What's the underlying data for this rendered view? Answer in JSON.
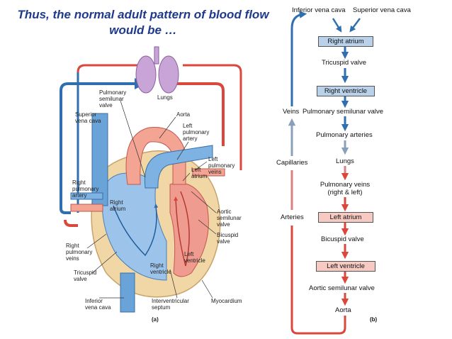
{
  "title": "Thus, the normal adult pattern of blood flow\nwould be …",
  "panel_a": {
    "label": "(a)",
    "labels": {
      "lungs": "Lungs",
      "pulmonary_semilunar_valve": "Pulmonary\nsemilunar\nvalve",
      "superior_vena_cava": "Superior\nvena cava",
      "aorta": "Aorta",
      "left_pulmonary_artery": "Left\npulmonary\nartery",
      "left_pulmonary_veins": "Left\npulmonary\nveins",
      "left_atrium": "Left\natrium",
      "right_pulmonary_artery": "Right\npulmonary\nartery",
      "right_atrium": "Right\natrium",
      "aortic_semilunar_valve": "Aortic\nsemilunar\nvalve",
      "bicuspid_valve": "Bicuspid\nvalve",
      "right_pulmonary_veins": "Right\npulmonary\nveins",
      "left_ventricle": "Left\nventricle",
      "right_ventricle": "Right\nventricle",
      "tricuspid_valve": "Tricuspid\nvalve",
      "inferior_vena_cava": "Inferior\nvena cava",
      "interventricular_septum": "Interventricular\nseptum",
      "myocardium": "Myocardium"
    }
  },
  "panel_b": {
    "label": "(b)",
    "top_left": "Inferior vena cava",
    "top_right": "Superior vena cava",
    "steps": [
      {
        "text": "Right atrium",
        "boxed": "blue"
      },
      {
        "text": "Tricuspid valve",
        "boxed": ""
      },
      {
        "text": "Right ventricle",
        "boxed": "blue"
      },
      {
        "text": "Pulmonary semilunar valve",
        "boxed": ""
      },
      {
        "text": "Pulmonary arteries",
        "boxed": ""
      },
      {
        "text": "Lungs",
        "boxed": ""
      },
      {
        "text": "Pulmonary veins\n(right & left)",
        "boxed": ""
      },
      {
        "text": "Left atrium",
        "boxed": "red"
      },
      {
        "text": "Bicuspid valve",
        "boxed": ""
      },
      {
        "text": "Left ventricle",
        "boxed": "red"
      },
      {
        "text": "Aortic semilunar valve",
        "boxed": ""
      },
      {
        "text": "Aorta",
        "boxed": ""
      }
    ],
    "side": {
      "veins": "Veins",
      "capillaries": "Capillaries",
      "arteries": "Arteries"
    },
    "colors": {
      "blue_arrow": "#2f6fb0",
      "red_arrow": "#d9473d",
      "blue_box": "#b9d2ea",
      "red_box": "#f6c9c2",
      "title": "#1f3a8a"
    }
  }
}
